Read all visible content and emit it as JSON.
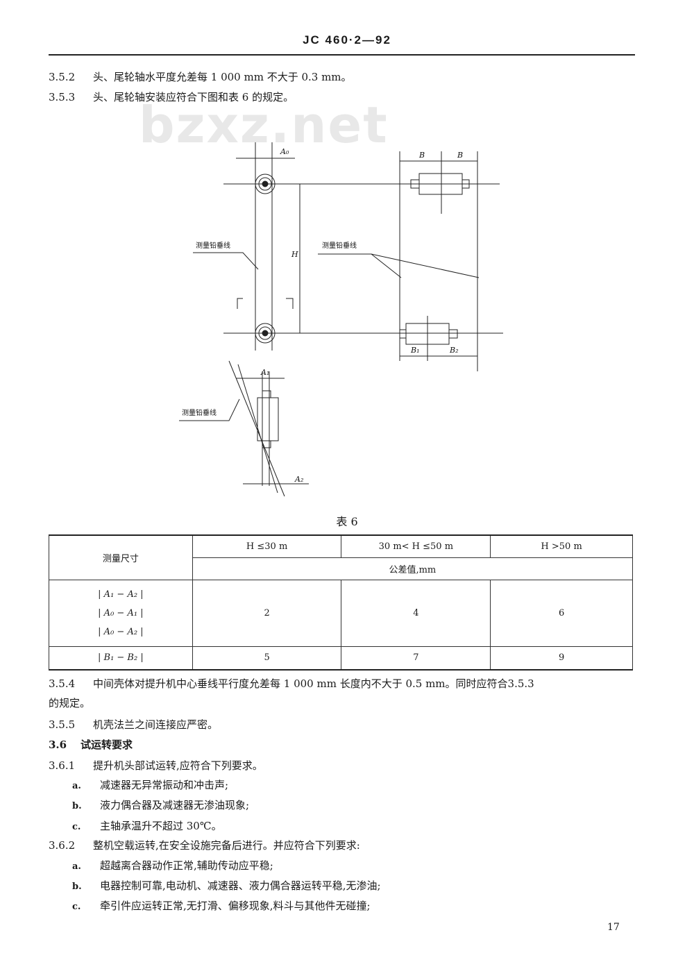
{
  "header": {
    "doc_id": "JC 460·2—92"
  },
  "watermark": "bzxz.net",
  "sections": {
    "s352": {
      "num": "3.5.2",
      "text": "头、尾轮轴水平度允差每 1 000 mm 不大于 0.3 mm。"
    },
    "s353": {
      "num": "3.5.3",
      "text": "头、尾轮轴安装应符合下图和表 6 的规定。"
    }
  },
  "figure": {
    "plumb_label_1": "测量铅垂线",
    "plumb_label_2": "测量铅垂线",
    "plumb_label_3": "测量铅垂线",
    "A0": "A₀",
    "A1": "A₁",
    "A2": "A₂",
    "H": "H",
    "B_left": "B",
    "B_right": "B",
    "B1": "B₁",
    "B2": "B₂"
  },
  "table6": {
    "caption": "表 6",
    "col_header": "测量尺寸",
    "h1": "H ≤30 m",
    "h2": "30 m< H ≤50 m",
    "h3": "H >50 m",
    "unit": "公差值,mm",
    "row1_labels": [
      "| A₁ − A₂ |",
      "| A₀ − A₁ |",
      "| A₀ − A₂ |"
    ],
    "row1_values": [
      "2",
      "4",
      "6"
    ],
    "row2_label": "| B₁ − B₂ |",
    "row2_values": [
      "5",
      "7",
      "9"
    ]
  },
  "body": {
    "s354_num": "3.5.4",
    "s354_line1": "中间壳体对提升机中心垂线平行度允差每 1 000 mm 长度内不大于 0.5 mm。同时应符合3.5.3",
    "s354_line2": "的规定。",
    "s355_num": "3.5.5",
    "s355_text": "机壳法兰之间连接应严密。",
    "s36_num": "3.6",
    "s36_text": "试运转要求",
    "s361_num": "3.6.1",
    "s361_text": "提升机头部试运转,应符合下列要求。",
    "s361_items": [
      {
        "mark": "a.",
        "text": "减速器无异常振动和冲击声;"
      },
      {
        "mark": "b.",
        "text": "液力偶合器及减速器无渗油现象;"
      },
      {
        "mark": "c.",
        "text": "主轴承温升不超过 30℃。"
      }
    ],
    "s362_num": "3.6.2",
    "s362_text": "整机空载运转,在安全设施完备后进行。并应符合下列要求:",
    "s362_items": [
      {
        "mark": "a.",
        "text": "超越离合器动作正常,辅助传动应平稳;"
      },
      {
        "mark": "b.",
        "text": "电器控制可靠,电动机、减速器、液力偶合器运转平稳,无渗油;"
      },
      {
        "mark": "c.",
        "text": "牵引件应运转正常,无打滑、偏移现象,料斗与其他件无碰撞;"
      }
    ]
  },
  "page_number": "17"
}
